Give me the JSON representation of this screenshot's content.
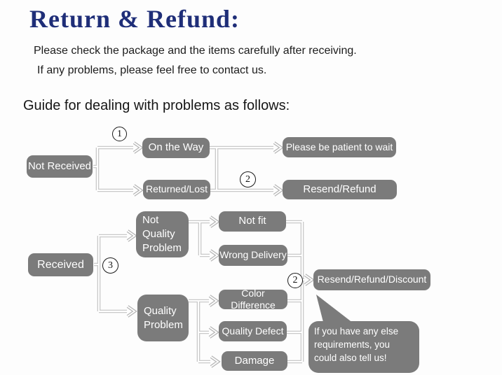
{
  "page": {
    "title": "Return & Refund:",
    "subtitle_line1": "Please check the package and the items carefully after receiving.",
    "subtitle_line2": "If any problems, please feel free to contact us.",
    "guide_heading": "Guide for dealing with problems as follows:"
  },
  "flowchart": {
    "nodes": {
      "not_received": "Not Received",
      "on_the_way": "On the Way",
      "please_be_patient": "Please be patient to wait",
      "returned_lost": "Returned/Lost",
      "resend_refund": "Resend/Refund",
      "received": "Received",
      "not_quality_problem": "Not Quality Problem",
      "not_fit": "Not fit",
      "wrong_delivery": "Wrong Delivery",
      "quality_problem": "Quality Problem",
      "color_difference": "Color Difference",
      "quality_defect": "Quality Defect",
      "damage": "Damage",
      "resend_refund_discount": "Resend/Refund/Discount"
    },
    "markers": {
      "step1": "1",
      "step2_first": "2",
      "step3": "3",
      "step2_second": "2"
    },
    "note_bubble": "If you have any else requirements, you could also tell us!"
  },
  "colors": {
    "title_navy": "#1f2e78",
    "node_gray": "#7b7b7b",
    "connector_gray": "#c9c9c9",
    "text_dark": "#1c1c1c"
  }
}
